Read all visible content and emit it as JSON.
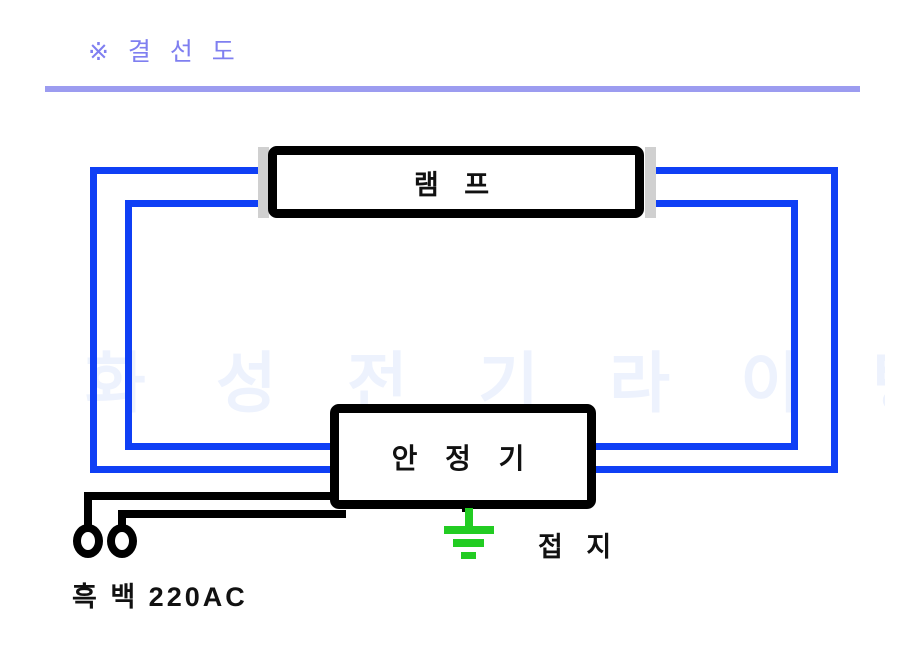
{
  "header": {
    "title": "※ 결 선 도",
    "marker_icon": "reference-mark-icon",
    "divider_color": "#9c9cf0",
    "title_color": "#7f7ff0"
  },
  "watermark": {
    "text": "화 성 전 기 라 이 팅",
    "color": "#edf2fd"
  },
  "diagram": {
    "lamp": {
      "label": "램    프",
      "cap_left_name": "lamp-electrode-cap-left",
      "cap_right_name": "lamp-electrode-cap-right",
      "cap_color": "#d0d0d0",
      "border_color": "#000000"
    },
    "ballast": {
      "label": "안 정 기",
      "border_color": "#000000"
    },
    "ground": {
      "label": "접 지",
      "symbol_icon": "earth-ground-icon",
      "color": "#22cc22"
    },
    "power_input": {
      "label": "흑 백  220AC",
      "terminal_black_name": "ac-terminal-black",
      "terminal_white_name": "ac-terminal-white",
      "wire_color": "#000000"
    },
    "wires": {
      "lamp_wire_color": "#0f3ff5",
      "count_lamp_wires": 4,
      "count_ac_wires": 2
    }
  }
}
